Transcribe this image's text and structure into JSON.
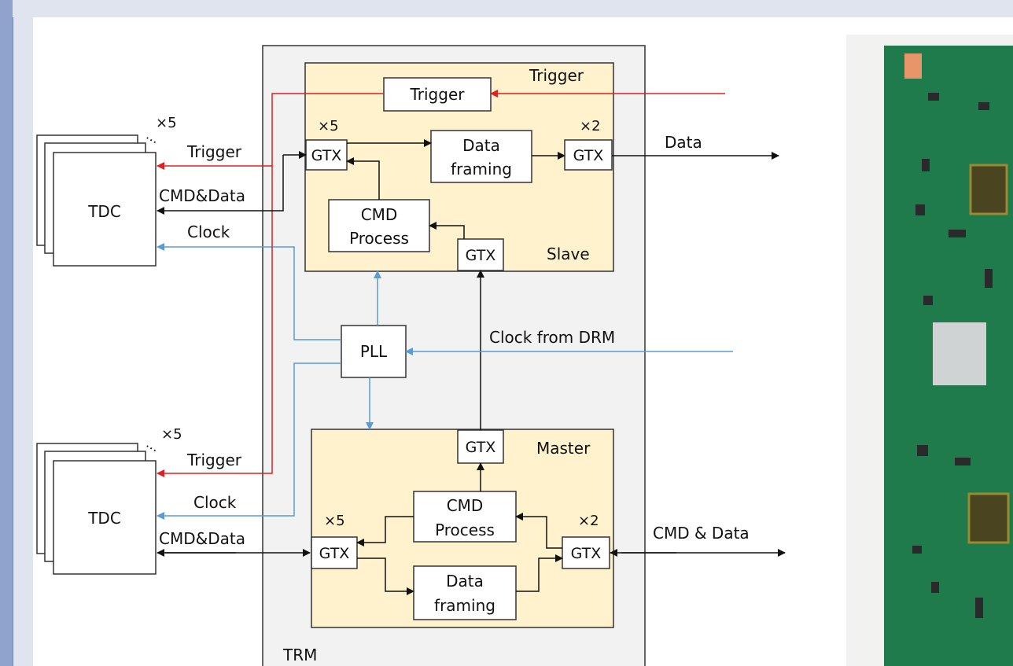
{
  "trm": {
    "label": "TRM"
  },
  "slave": {
    "title_trigger": "Trigger",
    "label": "Slave",
    "mult_left": "×5",
    "mult_right": "×2"
  },
  "master": {
    "label": "Master",
    "mult_left": "×5",
    "mult_right": "×2"
  },
  "blocks": {
    "trigger": "Trigger",
    "gtx": "GTX",
    "data_framing_1": "Data",
    "data_framing_2": "framing",
    "cmd_process_1": "CMD",
    "cmd_process_2": "Process",
    "pll": "PLL"
  },
  "tdc": {
    "label": "TDC",
    "mult": "×5"
  },
  "signals": {
    "trigger": "Trigger",
    "cmd_data": "CMD&Data",
    "clock": "Clock",
    "data_out": "Data",
    "clock_from_drm": "Clock from DRM",
    "cmd_and_data": "CMD & Data"
  },
  "colors": {
    "trigger_line": "#e02020",
    "clock_line": "#5b9bd5",
    "block_fill": "#fff2cc",
    "trm_fill": "#f2f2f2",
    "board_green": "#1f7a4c"
  }
}
